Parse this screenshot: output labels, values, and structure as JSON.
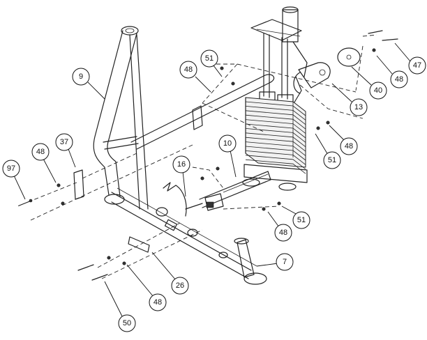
{
  "callouts": [
    {
      "id": "c9",
      "label": "9"
    },
    {
      "id": "c51a",
      "label": "51"
    },
    {
      "id": "c48a",
      "label": "48"
    },
    {
      "id": "c47",
      "label": "47"
    },
    {
      "id": "c48b",
      "label": "48"
    },
    {
      "id": "c40",
      "label": "40"
    },
    {
      "id": "c13",
      "label": "13"
    },
    {
      "id": "c37",
      "label": "37"
    },
    {
      "id": "c48c",
      "label": "48"
    },
    {
      "id": "c97",
      "label": "97"
    },
    {
      "id": "c10",
      "label": "10"
    },
    {
      "id": "c16",
      "label": "16"
    },
    {
      "id": "c48d",
      "label": "48"
    },
    {
      "id": "c51b",
      "label": "51"
    },
    {
      "id": "c48e",
      "label": "48"
    },
    {
      "id": "c51c",
      "label": "51"
    },
    {
      "id": "c7",
      "label": "7"
    },
    {
      "id": "c26",
      "label": "26"
    },
    {
      "id": "c48f",
      "label": "48"
    },
    {
      "id": "c50",
      "label": "50"
    }
  ]
}
